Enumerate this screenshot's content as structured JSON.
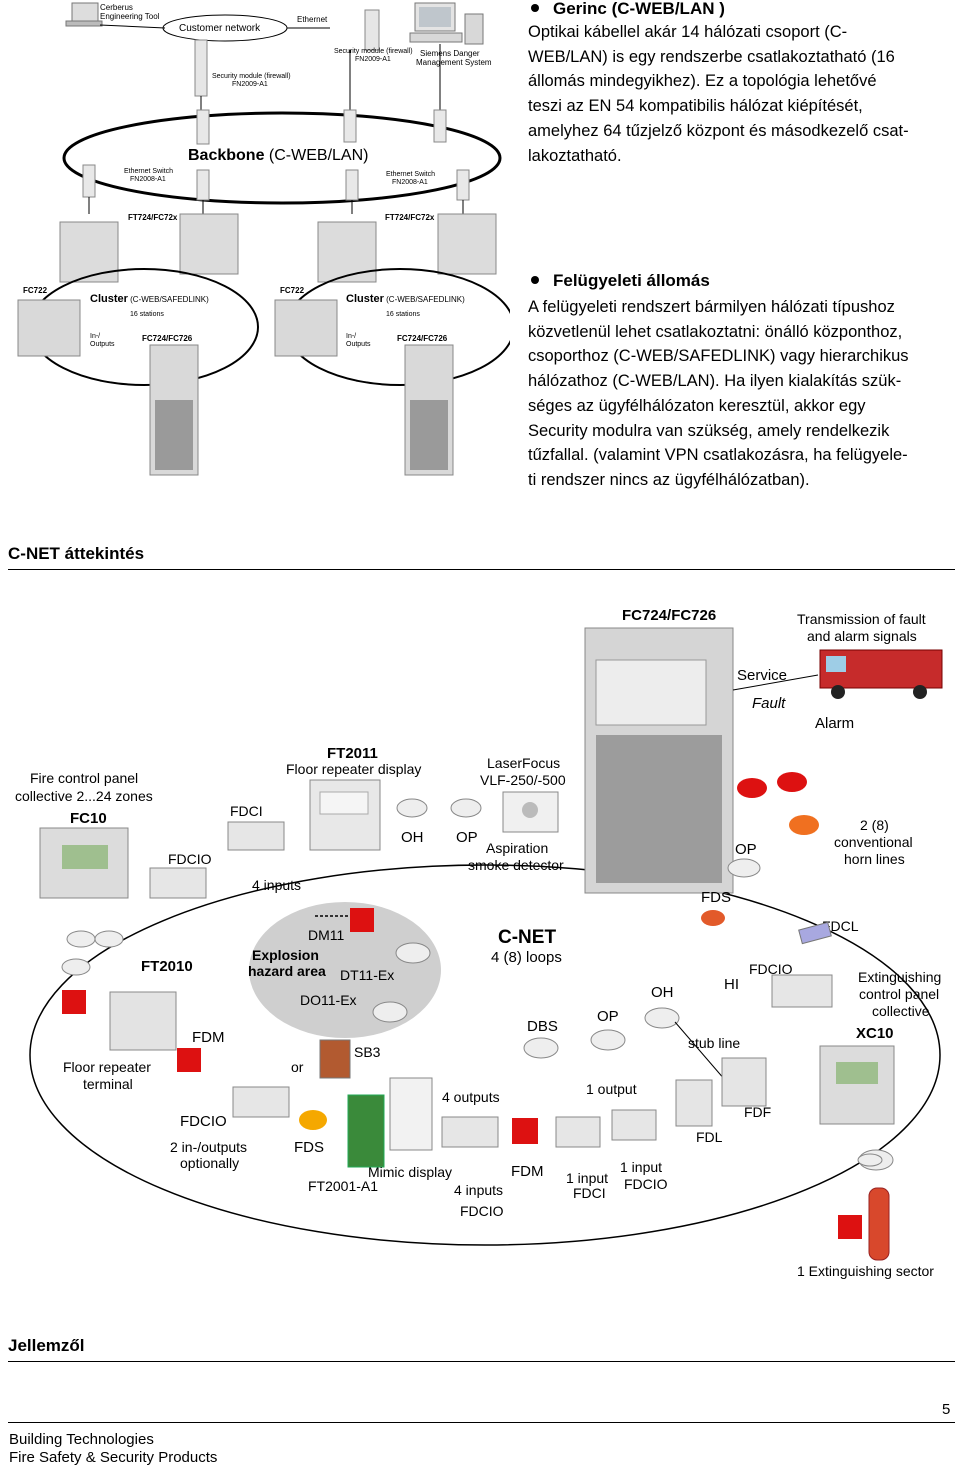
{
  "topology": {
    "labels": {
      "cerberus": [
        "Cerberus",
        "Engineering Tool"
      ],
      "customer_network": "Customer network",
      "ethernet": "Ethernet",
      "security_module_1": [
        "Security module (firewall)",
        "FN2009-A1"
      ],
      "security_module_2": [
        "Security module (firewall)",
        "FN2009-A1"
      ],
      "siemens_dms": [
        "Siemens Danger",
        "Management System"
      ],
      "backbone_bold": "Backbone",
      "backbone_rest": " (C-WEB/LAN)",
      "eth_switch_1": [
        "Ethernet Switch",
        "FN2008-A1"
      ],
      "eth_switch_2": [
        "Ethernet Switch",
        "FN2008-A1"
      ],
      "ft724_1": "FT724/FC72x",
      "ft724_2": "FT724/FC72x",
      "fc722_1": "FC722",
      "fc722_2": "FC722",
      "cluster_bold": "Cluster",
      "cluster_rest": " (C-WEB/SAFEDLINK)",
      "stations": "16 stations",
      "inout": [
        "In-/",
        "Outputs"
      ],
      "fc724": "FC724/FC726"
    }
  },
  "section1": {
    "title": "Gerinc (C-WEB/LAN )",
    "lines": [
      "Optikai kábellel akár 14 hálózati csoport (C-",
      "WEB/LAN) is egy rendszerbe csatlakoztatható (16",
      "állomás mindegyikhez). Ez a topológia lehetővé",
      "teszi az EN 54 kompatibilis hálózat kiépítését,",
      "amelyhez 64 tűzjelző központ és másodkezelő csat-",
      "lakoztatható."
    ]
  },
  "section2": {
    "title": "Felügyeleti állomás",
    "lines": [
      "A felügyeleti rendszert bármilyen hálózati típushoz",
      "közvetlenül lehet csatlakoztatni: önálló központhoz,",
      "csoporthoz (C-WEB/SAFEDLINK) vagy hierarchikus",
      "hálózathoz (C-WEB/LAN). Ha ilyen kialakítás szük-",
      "séges az ügyfélhálózaton keresztül, akkor egy",
      "Security modulra van szükség, amely rendelkezik",
      "tűzfallal. (valamint VPN csatlakozásra, ha felügyele-",
      "ti rendszer nincs az ügyfélhálózatban)."
    ]
  },
  "cnet_heading": "C-NET áttekintés",
  "cnet": {
    "fc724": "FC724/FC726",
    "transmission": [
      "Transmission of fault",
      "and alarm signals"
    ],
    "service": "Service",
    "fault": "Fault",
    "alarm": "Alarm",
    "fire_panel": [
      "Fire control panel",
      "collective 2...24 zones"
    ],
    "fc10": "FC10",
    "ft2011": "FT2011",
    "floor_rep_disp": "Floor repeater display",
    "laserfocus": [
      "LaserFocus",
      "VLF-250/-500"
    ],
    "aspiration": [
      "Aspiration",
      "smoke detector"
    ],
    "fdci": "FDCI",
    "fdcio": "FDCIO",
    "oh": "OH",
    "op": "OP",
    "four_inputs": "4 inputs",
    "op_right": "OP",
    "horn": [
      "2 (8)",
      "conventional",
      "horn lines"
    ],
    "fds_right": "FDS",
    "fdcl": "FDCL",
    "dm11": "DM11",
    "explosion": [
      "Explosion",
      "hazard area"
    ],
    "dt11": "DT11-Ex",
    "do11": "DO11-Ex",
    "ft2010": "FT2010",
    "cnet_title": "C-NET",
    "loops": "4 (8) loops",
    "oh2": "OH",
    "hi": "HI",
    "fdcio_right": "FDCIO",
    "extinguishing": [
      "Extinguishing",
      "control panel",
      "collective"
    ],
    "xc10": "XC10",
    "dbs": "DBS",
    "op2": "OP",
    "stub": "stub line",
    "fdm_left": "FDM",
    "sb3": "SB3",
    "or": "or",
    "floor_rep_term": [
      "Floor repeater",
      "terminal"
    ],
    "one_output": "1 output",
    "four_outputs": "4 outputs",
    "fdf": "FDF",
    "fdl": "FDL",
    "fdcio_left": "FDCIO",
    "in_out_opt": [
      "2 in-/outputs",
      "optionally"
    ],
    "fds_left": "FDS",
    "mimic": "Mimic display",
    "ft2001": "FT2001-A1",
    "four_inputs_b": "4 inputs",
    "fdcio_bottom": "FDCIO",
    "fdm_bottom": "FDM",
    "one_input_fdci": [
      "1 input",
      "FDCI"
    ],
    "one_input_fdcio": [
      "1 input",
      "FDCIO"
    ],
    "ext_sector": "1 Extinguishing sector"
  },
  "jellemzol_heading": "Jellemzől",
  "page_number": "5",
  "footer": [
    "Building Technologies",
    "Fire Safety & Security Products"
  ]
}
